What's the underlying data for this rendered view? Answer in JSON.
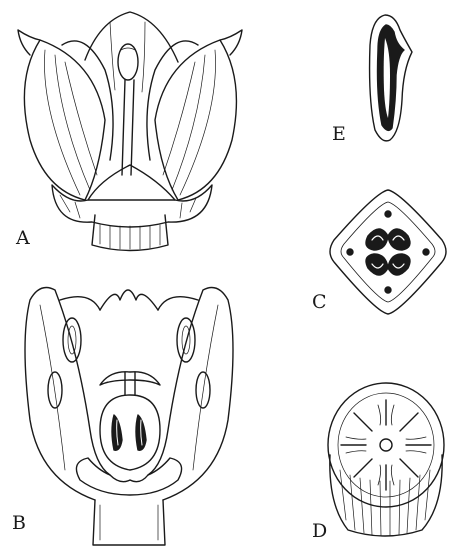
{
  "figure": {
    "labels": {
      "a": "A",
      "b": "B",
      "c": "C",
      "d": "D",
      "e": "E"
    }
  }
}
